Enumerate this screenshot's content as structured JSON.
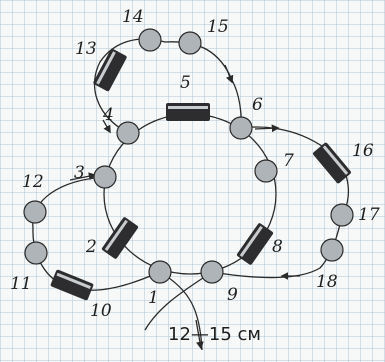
{
  "figure": {
    "size_label": "12—15 см",
    "colors": {
      "paper": "#f7f9f8",
      "grid": "#9db7c9",
      "line": "#2a2a2a",
      "bead": "#aeb4b8",
      "cylinder": "#2d2d2f",
      "cylinder_highlight": "#c9ccce"
    }
  },
  "beads": [
    {
      "label": "1"
    },
    {
      "label": "3"
    },
    {
      "label": "4"
    },
    {
      "label": "6"
    },
    {
      "label": "7"
    },
    {
      "label": "9"
    },
    {
      "label": "11"
    },
    {
      "label": "12"
    },
    {
      "label": "14"
    },
    {
      "label": "15"
    },
    {
      "label": "17"
    },
    {
      "label": "18"
    }
  ],
  "cylinders": [
    {
      "label": "2"
    },
    {
      "label": "5"
    },
    {
      "label": "8"
    },
    {
      "label": "10"
    },
    {
      "label": "13"
    },
    {
      "label": "16"
    }
  ]
}
